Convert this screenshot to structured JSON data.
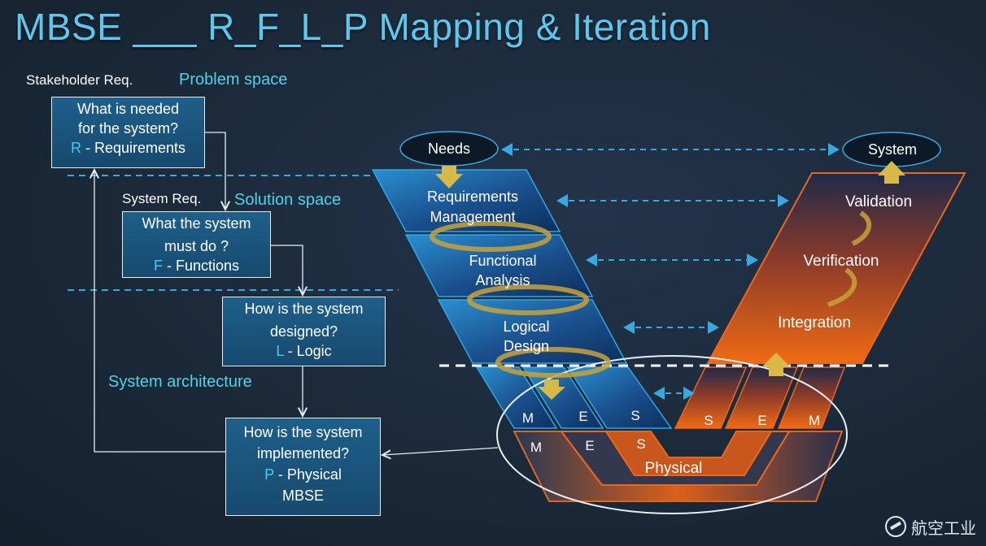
{
  "title": "MBSE ___ R_F_L_P Mapping & Iteration",
  "left": {
    "stakeholder_label": "Stakeholder Req.",
    "problem_space": "Problem space",
    "system_req_label": "System Req.",
    "solution_space": "Solution space",
    "system_architecture": "System architecture",
    "boxes": [
      {
        "l1": "What is needed",
        "l2": "for the system?",
        "code": "R",
        "rest": " - Requirements",
        "l4": ""
      },
      {
        "l1": "What the system",
        "l2": "must do ?",
        "code": "F",
        "rest": " - Functions",
        "l4": ""
      },
      {
        "l1": "How is the system",
        "l2": "designed?",
        "code": "L",
        "rest": " - Logic",
        "l4": ""
      },
      {
        "l1": "How is the system",
        "l2": "implemented?",
        "code": "P",
        "rest": " - Physical",
        "l4": "MBSE"
      }
    ]
  },
  "vee": {
    "needs": "Needs",
    "system": "System",
    "left_stages": [
      {
        "l1": "Requirements",
        "l2": "Management"
      },
      {
        "l1": "Functional",
        "l2": "Analysis"
      },
      {
        "l1": "Logical",
        "l2": "Design"
      }
    ],
    "right_stages": [
      "Validation",
      "Verification",
      "Integration"
    ],
    "left_mes": [
      "M",
      "E",
      "S"
    ],
    "right_sem": [
      "S",
      "E",
      "M"
    ],
    "inner_mes": [
      "M",
      "E",
      "S"
    ],
    "physical": "Physical"
  },
  "logo": "航空工业",
  "colors": {
    "title": "#5fc6ec",
    "accent": "#4fd3ea",
    "box_fill": "#1b5a84",
    "orange": "#e8691e",
    "arrow_gold": "#d9b84a",
    "dash_blue": "#3aa8e0"
  }
}
